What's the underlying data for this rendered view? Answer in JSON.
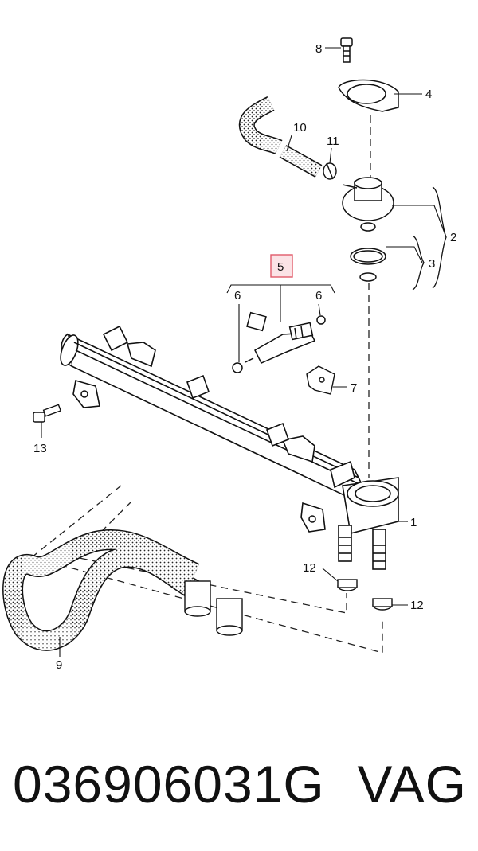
{
  "diagram": {
    "callouts": [
      {
        "id": "1",
        "label": "1"
      },
      {
        "id": "2",
        "label": "2"
      },
      {
        "id": "3",
        "label": "3"
      },
      {
        "id": "4",
        "label": "4"
      },
      {
        "id": "5",
        "label": "5",
        "highlighted": true
      },
      {
        "id": "6a",
        "label": "6"
      },
      {
        "id": "6b",
        "label": "6"
      },
      {
        "id": "7",
        "label": "7"
      },
      {
        "id": "8",
        "label": "8"
      },
      {
        "id": "9",
        "label": "9"
      },
      {
        "id": "10",
        "label": "10"
      },
      {
        "id": "11",
        "label": "11"
      },
      {
        "id": "12a",
        "label": "12"
      },
      {
        "id": "12b",
        "label": "12"
      },
      {
        "id": "13",
        "label": "13"
      }
    ],
    "highlight_color": "#e05a6a"
  },
  "footer": {
    "part_number": "036906031G",
    "brand": "VAG"
  }
}
